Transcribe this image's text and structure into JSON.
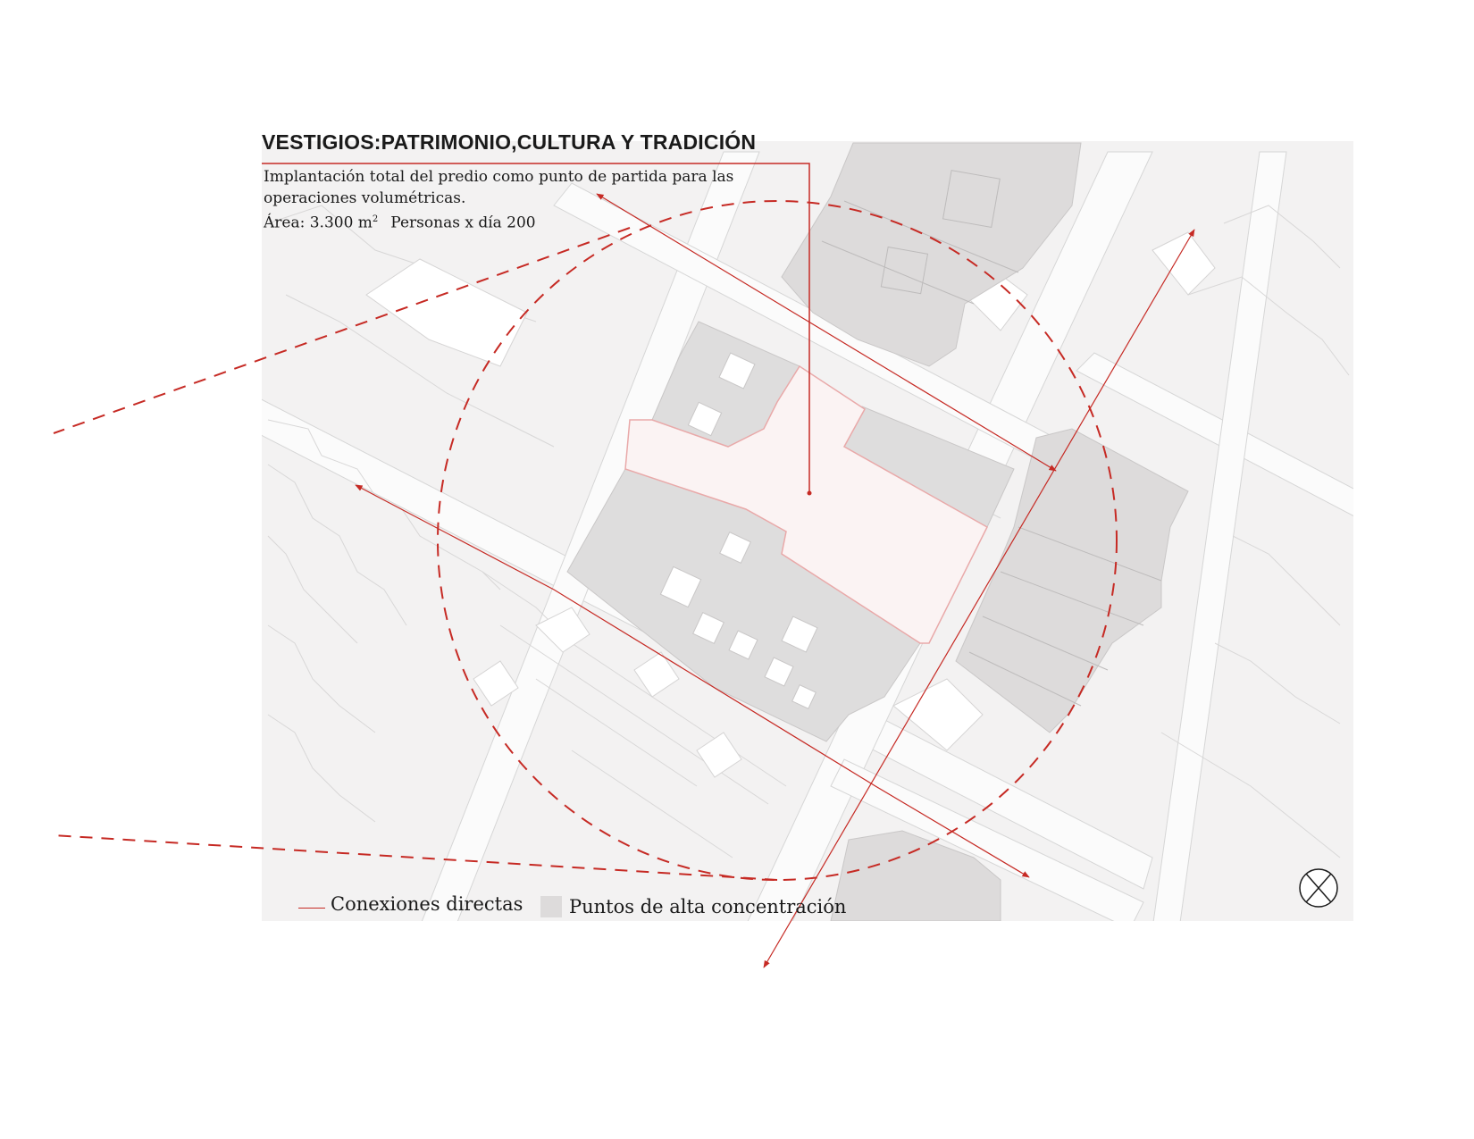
{
  "title": "VESTIGIOS:PATRIMONIO,CULTURA Y TRADICIÓN",
  "description": {
    "line1": "Implantación total del predio como punto de partida para las",
    "line2": "operaciones volumétricas.",
    "area_label": "Área: 3.300 m",
    "area_unit_sup": "2",
    "people_label": "Personas x día 200"
  },
  "legend": {
    "connections_label": "Conexiones directas",
    "concentration_label": "Puntos de alta concentración"
  },
  "colors": {
    "accent_red": "#c62a24",
    "site_fill": "#fbf3f3",
    "concentration_fill": "#dddbdb",
    "building_fill": "#f3f2f2",
    "street_fill": "#fafafa"
  },
  "icons": {
    "north_arrow": "north-arrow-icon"
  }
}
